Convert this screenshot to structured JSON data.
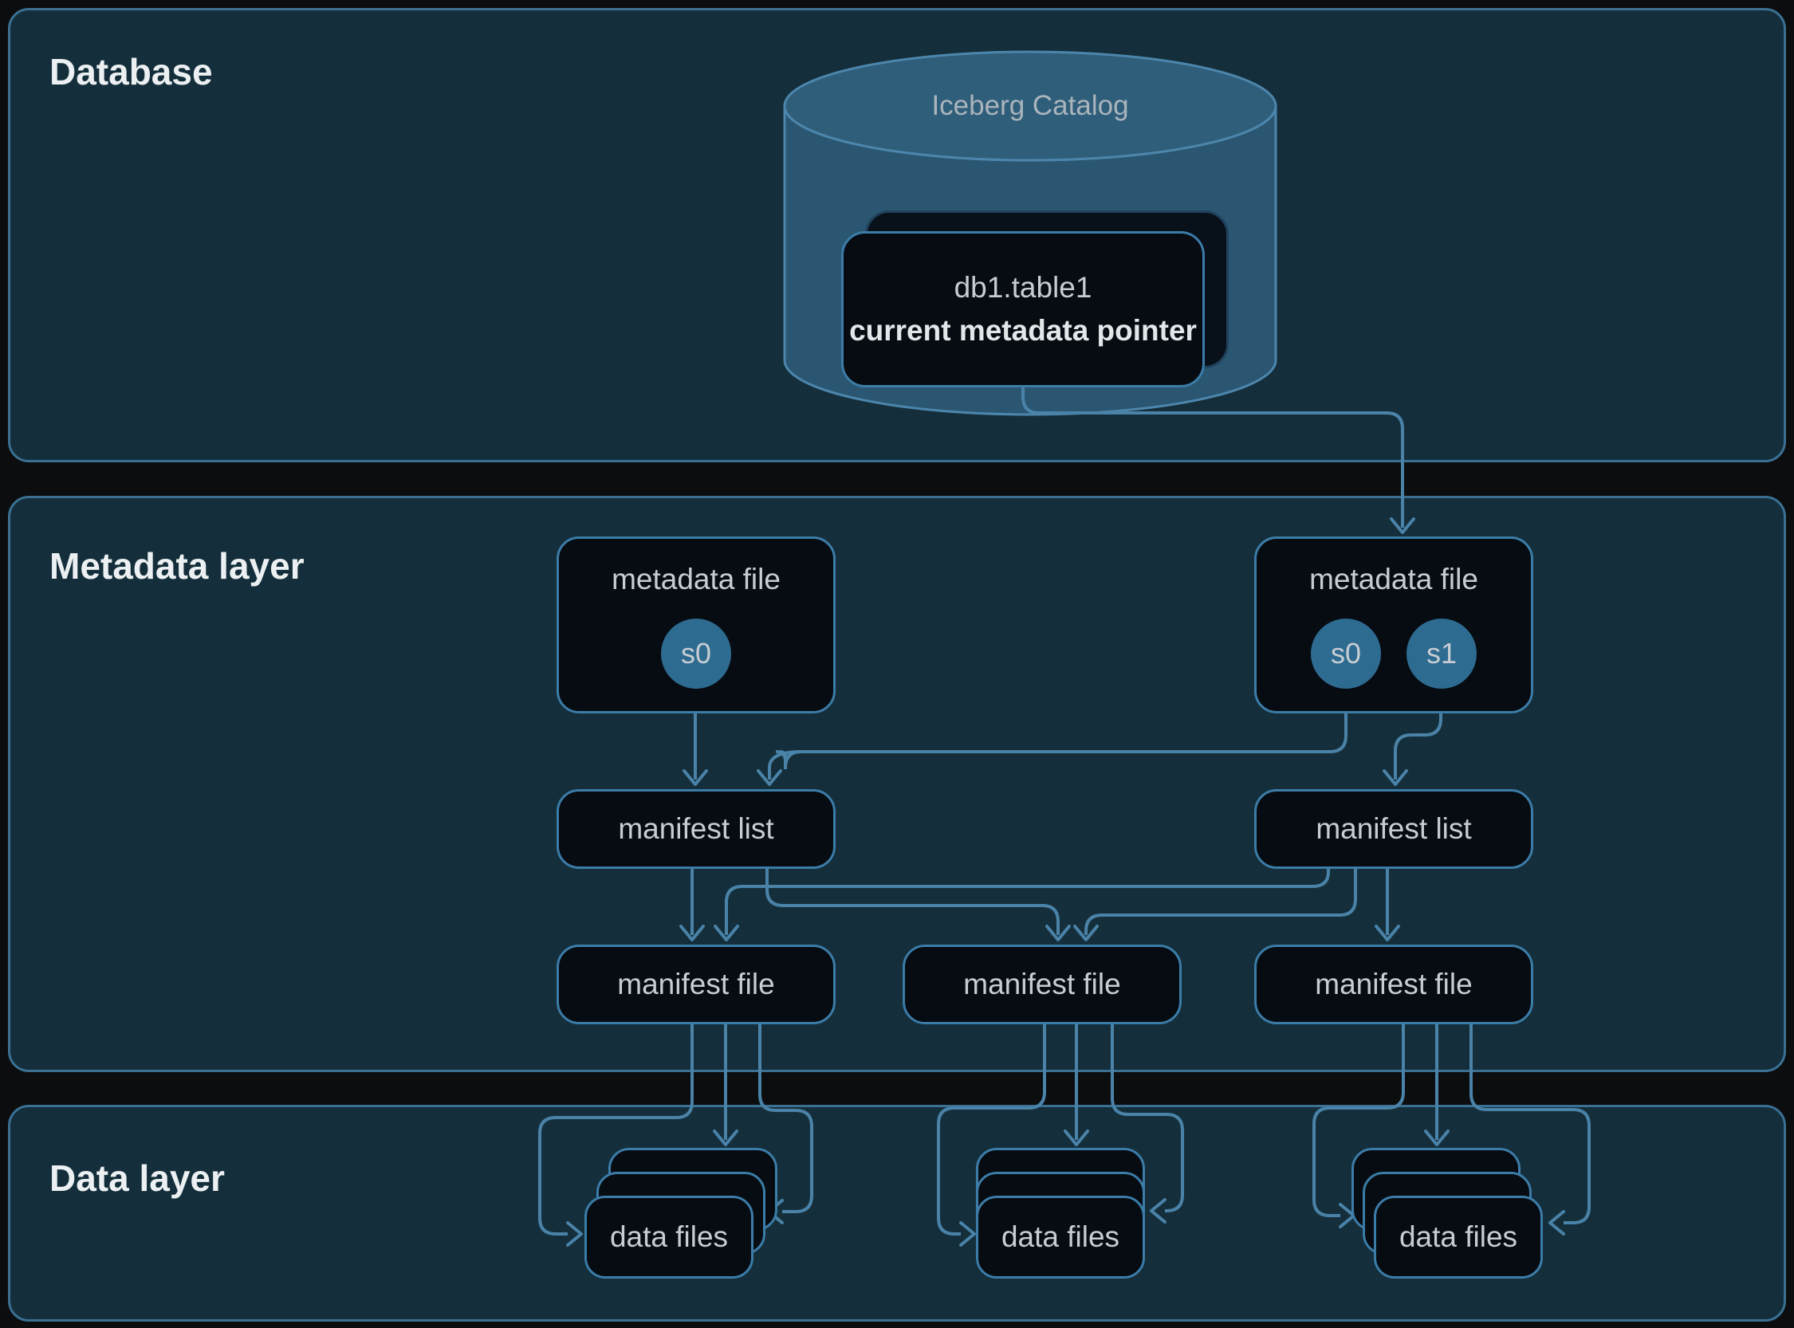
{
  "headings": {
    "database": "Database",
    "metadata_layer": "Metadata layer",
    "data_layer": "Data layer"
  },
  "catalog": {
    "name": "Iceberg Catalog",
    "table": "db1.table1",
    "pointer": "current metadata pointer"
  },
  "labels": {
    "metadata_file": "metadata file",
    "manifest_list": "manifest list",
    "manifest_file": "manifest file",
    "data_files": "data files"
  },
  "snapshots": {
    "s0": "s0",
    "s1": "s1"
  },
  "colors": {
    "page_bg": "#0b0d0f",
    "panel_bg": "#142f3b",
    "panel_border": "#3b7093",
    "node_bg": "#060c12",
    "node_border": "#3c7ca8",
    "node_back_bg": "#081019",
    "node_back_border": "#20415c",
    "connector": "#4a82a8",
    "cylinder_body": "#2a5671",
    "cylinder_top": "#2f5e7a",
    "cylinder_stroke": "#4d86ac",
    "snapshot_bg": "#2e6b91",
    "text_label": "#c7cdd3",
    "text_heading": "#ecf0f2",
    "text_muted": "#aab4bc",
    "text_bold": "#e3e7ea"
  }
}
